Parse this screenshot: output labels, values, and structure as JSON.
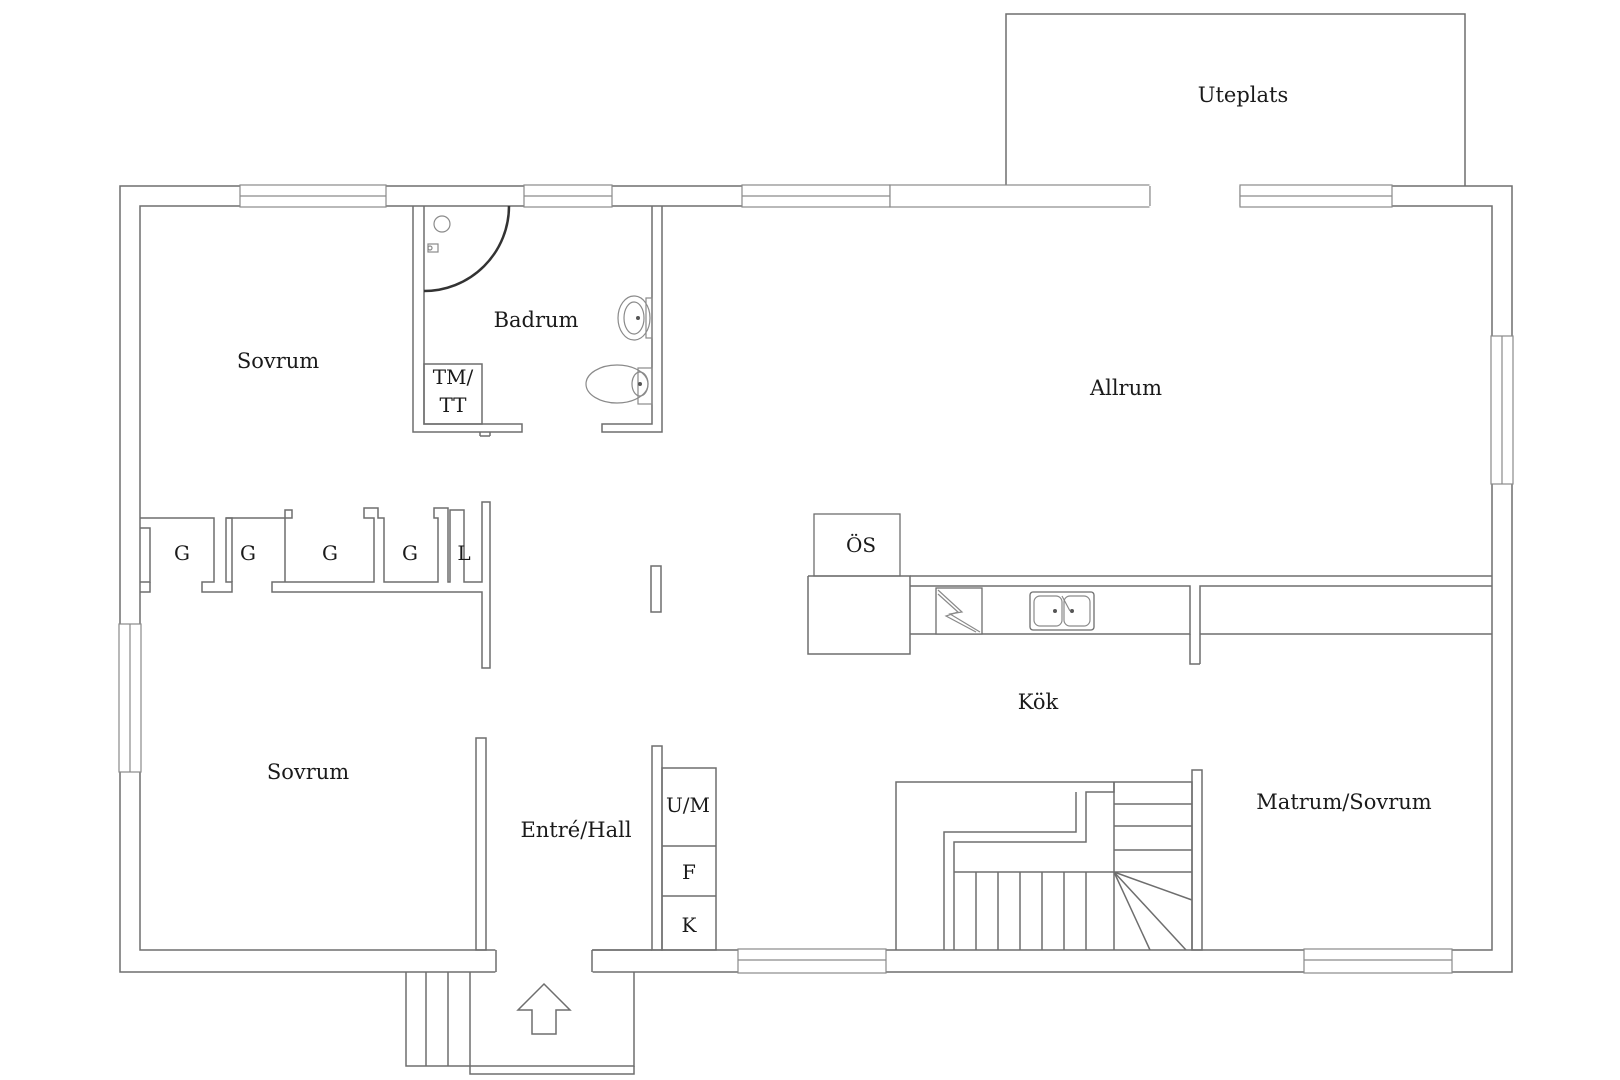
{
  "rooms": {
    "uteplats": "Uteplats",
    "badrum": "Badrum",
    "sovrum_top": "Sovrum",
    "allrum": "Allrum",
    "tm": "TM/",
    "tt": "TT",
    "g1": "G",
    "g2": "G",
    "g3": "G",
    "g4": "G",
    "l": "L",
    "os": "ÖS",
    "kok": "Kök",
    "sovrum_bottom": "Sovrum",
    "entre": "Entré/Hall",
    "um": "U/M",
    "f": "F",
    "k": "K",
    "matrum": "Matrum/Sovrum"
  },
  "icons": {
    "entrance": "entrance-arrow-icon",
    "stairs": "staircase-icon",
    "shower": "shower-icon",
    "sink": "sink-icon",
    "toilet": "toilet-icon",
    "stove": "stove-icon",
    "kitchen_sink": "kitchen-sink-icon"
  },
  "colors": {
    "wall": "#6e6e6e",
    "text": "#1a1a1a",
    "background": "#ffffff"
  }
}
